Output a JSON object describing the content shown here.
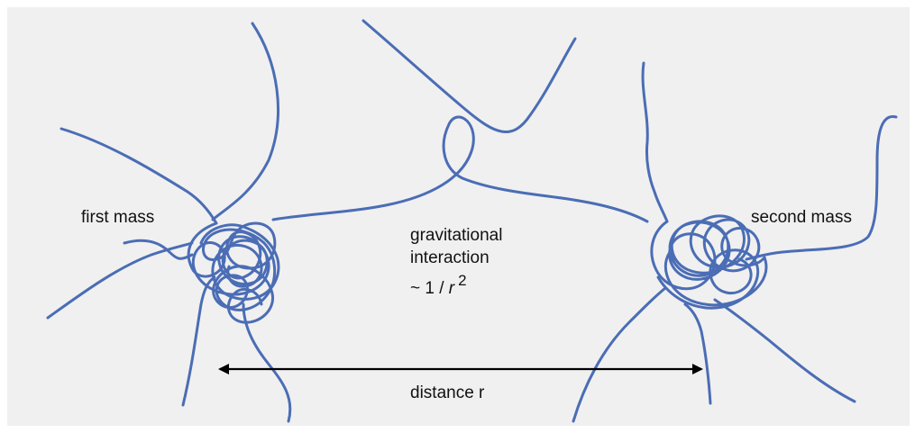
{
  "colors": {
    "background": "#f0f0f0",
    "strand": "#4b6db5",
    "arrow": "#000000",
    "text": "#111111"
  },
  "labels": {
    "first_mass": "first mass",
    "second_mass": "second mass",
    "interaction_line1": "gravitational",
    "interaction_line2": "interaction",
    "interaction_formula_prefix": "~ 1 / ",
    "interaction_formula_var": "r",
    "interaction_formula_exp": "2",
    "distance": "distance r"
  }
}
